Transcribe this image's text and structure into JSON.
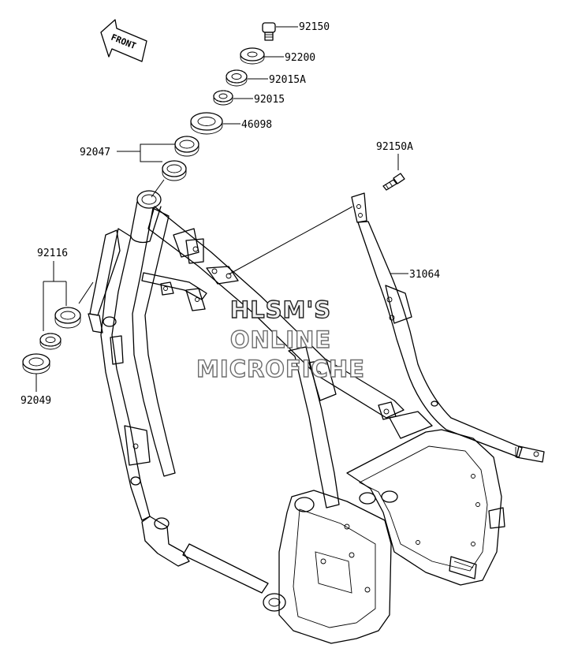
{
  "labels": {
    "p92150": "92150",
    "p92200": "92200",
    "p92015A": "92015A",
    "p92015": "92015",
    "p46098": "46098",
    "p92047": "92047",
    "p92150A": "92150A",
    "p31064": "31064",
    "p92116": "92116",
    "p92049": "92049"
  },
  "front_arrow": {
    "text": "FRONT"
  },
  "watermark": {
    "line1": "HLSM'S",
    "line2": "ONLINE",
    "line3": "MICROFICHE"
  }
}
